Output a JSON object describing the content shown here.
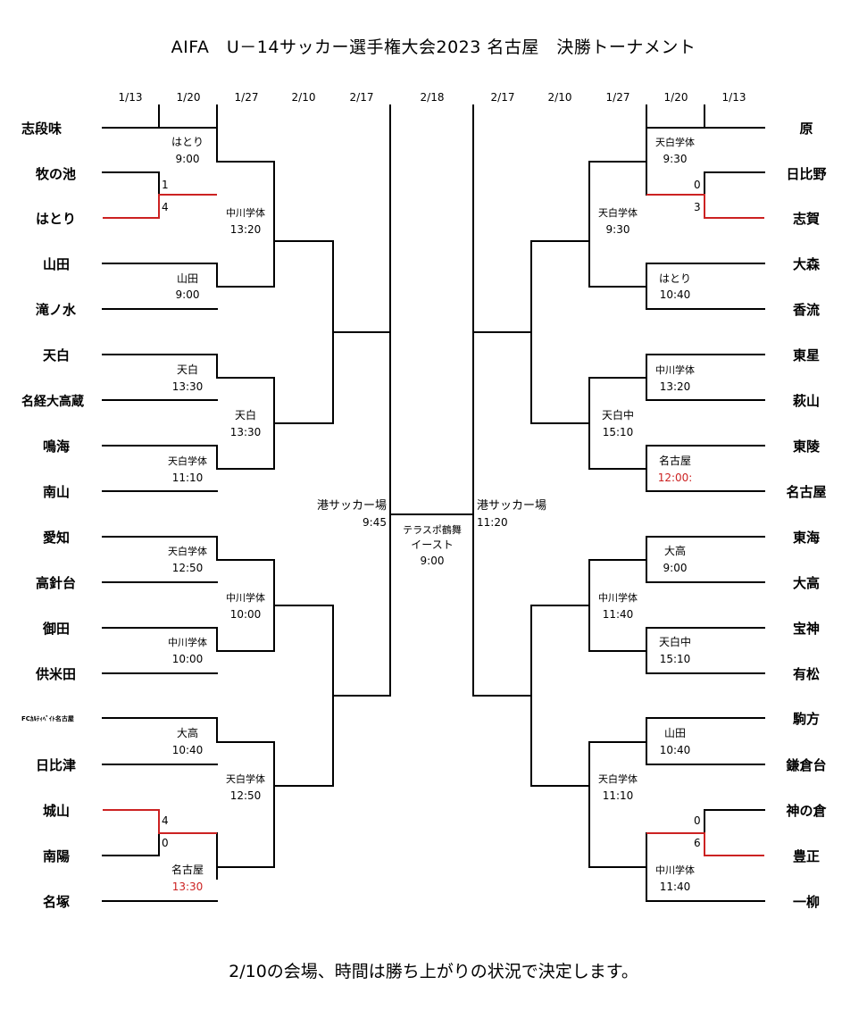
{
  "title": "AIFA　U－14サッカー選手権大会2023 名古屋　決勝トーナメント",
  "footer": "2/10の会場、時間は勝ち上がりの状況で決定します。",
  "dates": {
    "left": [
      "1/13",
      "1/20",
      "1/27",
      "2/10",
      "2/17"
    ],
    "center": "2/18",
    "right": [
      "2/17",
      "2/10",
      "1/27",
      "1/20",
      "1/13"
    ]
  },
  "left_teams": [
    "志段味",
    "牧の池",
    "はとり",
    "山田",
    "滝ノ水",
    "天白",
    "名経大高蔵",
    "鳴海",
    "南山",
    "愛知",
    "高針台",
    "御田",
    "供米田",
    "FCｶﾙﾃｨﾍﾞｲﾄ名古屋",
    "日比津",
    "城山",
    "南陽",
    "名塚"
  ],
  "right_teams": [
    "原",
    "日比野",
    "志賀",
    "大森",
    "香流",
    "東星",
    "萩山",
    "東陵",
    "名古屋",
    "東海",
    "大高",
    "宝神",
    "有松",
    "駒方",
    "鎌倉台",
    "神の倉",
    "豊正",
    "一柳"
  ],
  "left_venues": {
    "r1_a": {
      "venue": "はとり",
      "time": "9:00"
    },
    "r1_b": {
      "venue": "山田",
      "time": "9:00"
    },
    "r1_c": {
      "venue": "天白",
      "time": "13:30"
    },
    "r1_d": {
      "venue": "天白学体",
      "time": "11:10"
    },
    "r1_e": {
      "venue": "天白学体",
      "time": "12:50"
    },
    "r1_f": {
      "venue": "中川学体",
      "time": "10:00"
    },
    "r1_g": {
      "venue": "大高",
      "time": "10:40"
    },
    "r1_h": {
      "venue": "名古屋",
      "time": "13:30"
    },
    "r2_a": {
      "venue": "中川学体",
      "time": "13:20"
    },
    "r2_b": {
      "venue": "天白",
      "time": "13:30"
    },
    "r2_c": {
      "venue": "中川学体",
      "time": "10:00"
    },
    "r2_d": {
      "venue": "天白学体",
      "time": "12:50"
    },
    "semi": {
      "venue": "港サッカー場",
      "time": "9:45"
    }
  },
  "right_venues": {
    "r1_a": {
      "venue": "天白学体",
      "time": "9:30"
    },
    "r1_b": {
      "venue": "はとり",
      "time": "10:40"
    },
    "r1_c": {
      "venue": "中川学体",
      "time": "13:20"
    },
    "r1_d": {
      "venue": "名古屋",
      "time": "12:00:"
    },
    "r1_e": {
      "venue": "大高",
      "time": "9:00"
    },
    "r1_f": {
      "venue": "天白中",
      "time": "15:10"
    },
    "r1_g": {
      "venue": "山田",
      "time": "10:40"
    },
    "r1_h": {
      "venue": "中川学体",
      "time": "11:40"
    },
    "r2_a": {
      "venue": "天白学体",
      "time": "9:30"
    },
    "r2_b": {
      "venue": "天白中",
      "time": "15:10"
    },
    "r2_c": {
      "venue": "中川学体",
      "time": "11:40"
    },
    "r2_d": {
      "venue": "天白学体",
      "time": "11:10"
    },
    "semi": {
      "venue": "港サッカー場",
      "time": "11:20"
    }
  },
  "final": {
    "venue_line1": "テラスポ鶴舞",
    "venue_line2": "イースト",
    "time": "9:00"
  },
  "scores": {
    "left_pre_top": [
      "1",
      "4"
    ],
    "left_pre_bottom": [
      "4",
      "0"
    ],
    "right_pre_top": [
      "0",
      "3"
    ],
    "right_pre_bottom": [
      "0",
      "6"
    ]
  },
  "colors": {
    "line": "#000000",
    "winner": "#cc2222"
  }
}
